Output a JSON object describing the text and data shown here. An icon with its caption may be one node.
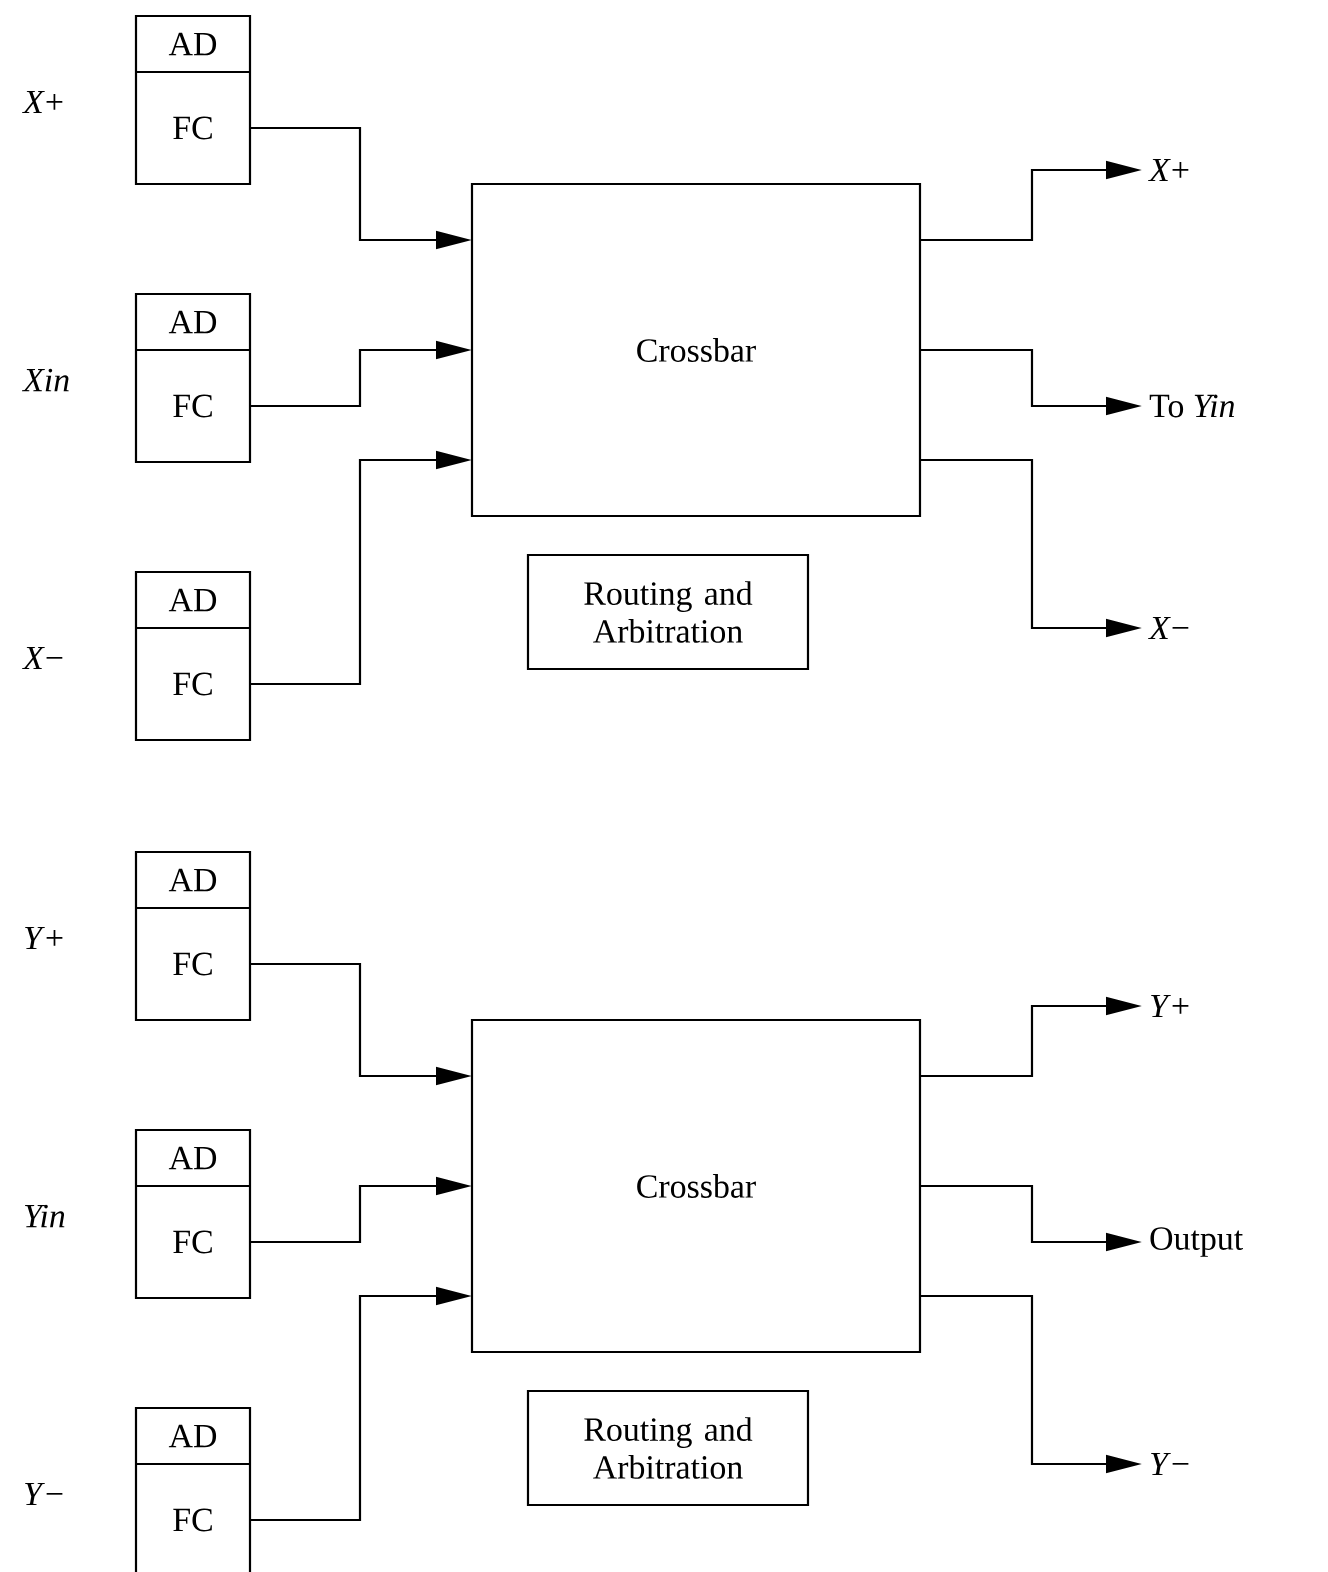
{
  "diagram": {
    "nodes": [
      {
        "text": [
          "AD",
          "FC"
        ],
        "beside": [
          "*X*+"
        ]
      },
      {
        "text": [
          "AD",
          "FC"
        ],
        "beside": [
          "*Xin*"
        ]
      },
      {
        "text": [
          "AD",
          "FC"
        ],
        "beside": [
          "*X*−"
        ]
      },
      {
        "text": [
          "Crossbar"
        ]
      },
      {
        "text": [
          "Routing and Arbitration"
        ]
      },
      {
        "text": [
          "*X*+"
        ]
      },
      {
        "text": [
          "To *Yin*"
        ]
      },
      {
        "text": [
          "*X*−"
        ]
      },
      {
        "text": [
          "AD",
          "FC"
        ],
        "beside": [
          "*Y*+"
        ]
      },
      {
        "text": [
          "AD",
          "FC"
        ],
        "beside": [
          "*Yin*"
        ]
      },
      {
        "text": [
          "AD",
          "FC"
        ],
        "beside": [
          "*Y*−"
        ]
      },
      {
        "text": [
          "Crossbar"
        ]
      },
      {
        "text": [
          "Routing and Arbitration"
        ]
      },
      {
        "text": [
          "*Y*+"
        ]
      },
      {
        "text": [
          "Output"
        ]
      },
      {
        "text": [
          "*Y*−"
        ]
      }
    ],
    "edges": [
      {
        "from": 0,
        "to": 3,
        "arrow": "to"
      },
      {
        "from": 1,
        "to": 3,
        "arrow": "to"
      },
      {
        "from": 2,
        "to": 3,
        "arrow": "to"
      },
      {
        "from": 3,
        "to": 5,
        "arrow": "to"
      },
      {
        "from": 3,
        "to": 6,
        "arrow": "to"
      },
      {
        "from": 3,
        "to": 7,
        "arrow": "to"
      },
      {
        "from": 8,
        "to": 11,
        "arrow": "to"
      },
      {
        "from": 9,
        "to": 11,
        "arrow": "to"
      },
      {
        "from": 10,
        "to": 11,
        "arrow": "to"
      },
      {
        "from": 11,
        "to": 13,
        "arrow": "to"
      },
      {
        "from": 11,
        "to": 14,
        "arrow": "to"
      },
      {
        "from": 11,
        "to": 15,
        "arrow": "to"
      }
    ]
  }
}
